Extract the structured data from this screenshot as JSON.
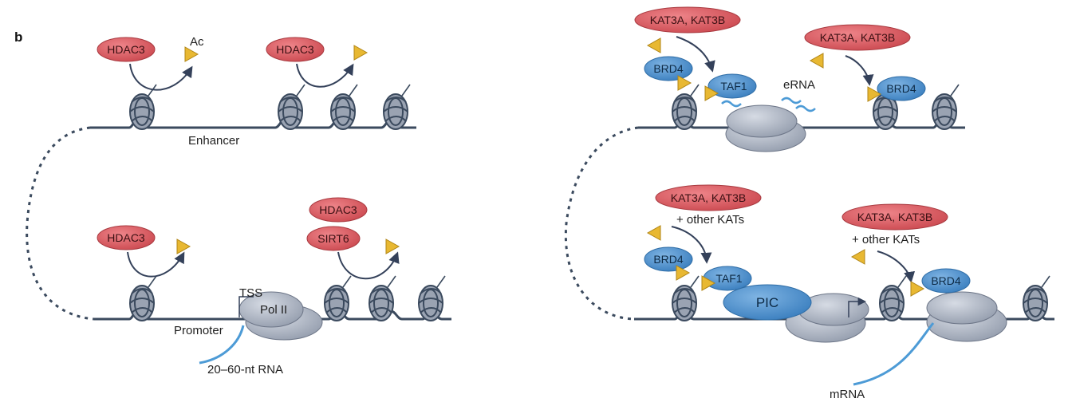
{
  "panel_label": "b",
  "labels": {
    "ac": "Ac",
    "enhancer": "Enhancer",
    "promoter": "Promoter",
    "tss": "TSS",
    "pol2": "Pol II",
    "short_rna": "20–60-nt RNA",
    "erna": "eRNA",
    "mrna": "mRNA",
    "pic": "PIC",
    "other_kats_1": "+ other KATs",
    "other_kats_2": "+ other KATs"
  },
  "proteins": {
    "hdac3": "HDAC3",
    "sirt6": "SIRT6",
    "kat3": "KAT3A, KAT3B",
    "brd4": "BRD4",
    "taf1": "TAF1"
  },
  "colors": {
    "dna": "#3b4a5e",
    "hdac_red": "#d9575d",
    "brd4_blue": "#4a8fcc",
    "acetyl_yellow": "#e8b832",
    "polymerase_grey": "#aeb6c4",
    "rna_blue": "#4d9bd6",
    "arrow": "#34415a"
  }
}
